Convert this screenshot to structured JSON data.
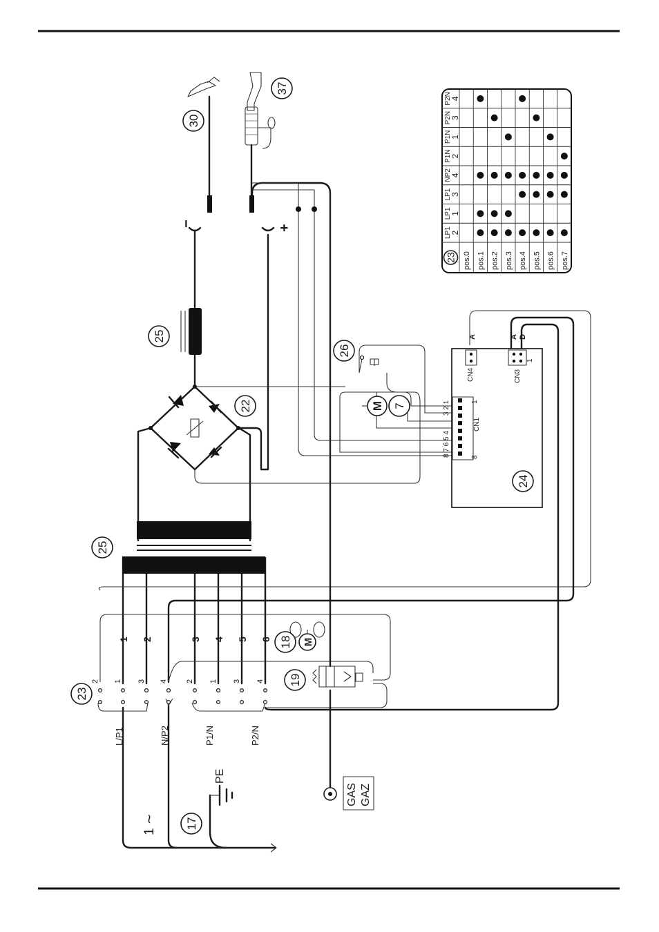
{
  "components": {
    "c17": "17",
    "c18": "18",
    "c19": "19",
    "c22": "22",
    "c23": "23",
    "c24": "24",
    "c25": "25",
    "c26": "26",
    "c7": "7",
    "c30": "30",
    "c37": "37"
  },
  "terminals": {
    "left": [
      "2",
      "1",
      "3",
      "4",
      "2",
      "1",
      "3",
      "4"
    ],
    "primary_taps": [
      "1",
      "2",
      "3",
      "4",
      "5",
      "6"
    ]
  },
  "labels": {
    "l_p1": "L/P1",
    "n_p2": "N/P2",
    "p1_n": "P1/N",
    "p2_n": "P2/N",
    "pe": "PE",
    "supply": "1 ∼",
    "gas": "GAS",
    "gaz": "GAZ",
    "minus": "−",
    "plus": "+",
    "cn1": "CN1",
    "cn3": "CN3",
    "cn4": "CN4",
    "a1": "A",
    "a2": "A",
    "d": "D",
    "cn1_top": "3 2 1",
    "cn1_bottom": "8 7 6 5 4",
    "cn1_one": "1",
    "cn1_eight": "8",
    "cn3_one": "1"
  },
  "switch_table": {
    "columns": [
      {
        "top": "LP1",
        "bottom": "2"
      },
      {
        "top": "LP1",
        "bottom": "1"
      },
      {
        "top": "LP1",
        "bottom": "3"
      },
      {
        "top": "NP2",
        "bottom": "4"
      },
      {
        "top": "P1N",
        "bottom": "2"
      },
      {
        "top": "P1N",
        "bottom": "1"
      },
      {
        "top": "P2N",
        "bottom": "3"
      },
      {
        "top": "P2N",
        "bottom": "4"
      }
    ],
    "rows": [
      {
        "label": "pos.0",
        "on": [
          0,
          0,
          0,
          0,
          0,
          0,
          0,
          0
        ]
      },
      {
        "label": "pos.1",
        "on": [
          1,
          1,
          0,
          1,
          0,
          0,
          0,
          1
        ]
      },
      {
        "label": "pos.2",
        "on": [
          1,
          1,
          0,
          1,
          0,
          0,
          1,
          0
        ]
      },
      {
        "label": "pos.3",
        "on": [
          1,
          1,
          0,
          1,
          0,
          1,
          0,
          0
        ]
      },
      {
        "label": "pos.4",
        "on": [
          1,
          0,
          1,
          1,
          0,
          0,
          0,
          1
        ]
      },
      {
        "label": "pos.5",
        "on": [
          1,
          0,
          1,
          1,
          0,
          0,
          1,
          0
        ]
      },
      {
        "label": "pos.6",
        "on": [
          1,
          0,
          1,
          1,
          0,
          1,
          0,
          0
        ]
      },
      {
        "label": "pos.7",
        "on": [
          1,
          0,
          1,
          1,
          1,
          0,
          0,
          0
        ]
      }
    ]
  }
}
